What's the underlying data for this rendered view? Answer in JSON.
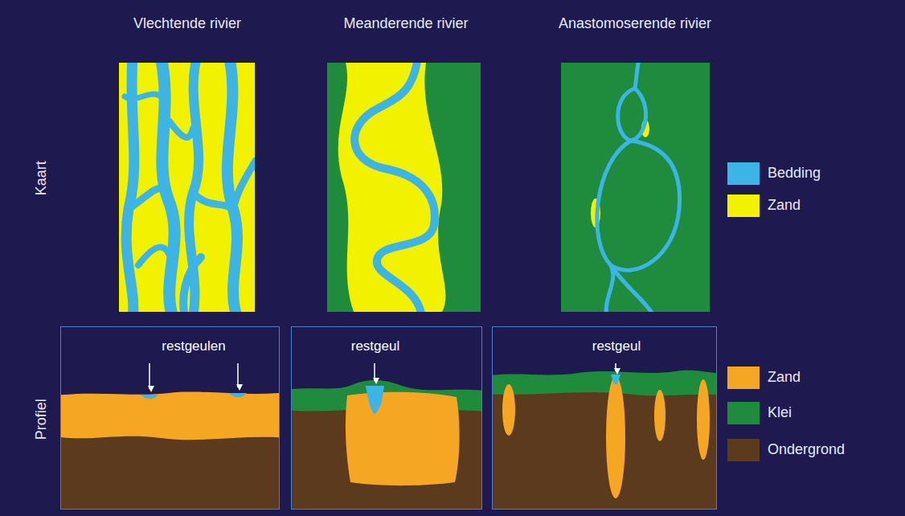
{
  "diagram": {
    "nodes": [
      {
        "text": [
          "restgeulen"
        ]
      },
      {
        "text": [
          "restgeul"
        ]
      },
      {
        "text": [
          "restgeul"
        ]
      }
    ],
    "labels": [
      "Vlechtende rivier",
      "Meanderende rivier",
      "Anastomoserende rivier",
      "Kaart",
      "Profiel"
    ],
    "legend": [
      {
        "text": "Bedding",
        "color": "#3cb4e6"
      },
      {
        "text": "Zand",
        "color": "#f2f200"
      },
      {
        "text": "Zand",
        "color": "#f5a623"
      },
      {
        "text": "Klei",
        "color": "#1e8c3c"
      },
      {
        "text": "Ondergrond",
        "color": "#5c3a1e"
      }
    ]
  }
}
